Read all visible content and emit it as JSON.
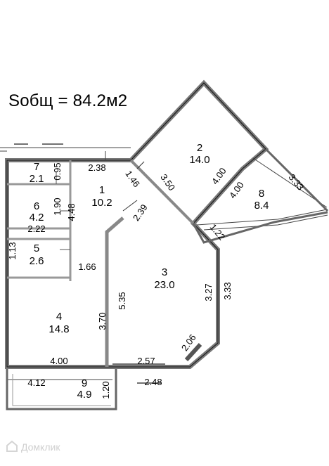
{
  "total_area": "Sобщ = 84.2м2",
  "rooms": [
    {
      "number": "1",
      "area": "10.2"
    },
    {
      "number": "2",
      "area": "14.0"
    },
    {
      "number": "3",
      "area": "23.0"
    },
    {
      "number": "4",
      "area": "14.8"
    },
    {
      "number": "5",
      "area": "2.6"
    },
    {
      "number": "6",
      "area": "4.2"
    },
    {
      "number": "7",
      "area": "2.1"
    },
    {
      "number": "8",
      "area": "8.4"
    },
    {
      "number": "9",
      "area": "4.9"
    }
  ],
  "dimensions": {
    "d_238": "2.38",
    "d_095": "0.95",
    "d_190": "1.90",
    "d_448": "4.48",
    "d_222": "2.22",
    "d_113": "1.13",
    "d_166": "1.66",
    "d_146": "1.46",
    "d_350": "3.50",
    "d_239": "2.39",
    "d_400a": "4.00",
    "d_400b": "4.00",
    "d_333a": "3.33",
    "d_122": "1.22",
    "d_327": "3.27",
    "d_333b": "3.33",
    "d_535": "5.35",
    "d_370": "3.70",
    "d_206": "2.06",
    "d_400c": "4.00",
    "d_257": "2.57",
    "d_412": "4.12",
    "d_120": "1.20",
    "d_248": "2.48"
  },
  "watermark": "Домклик"
}
